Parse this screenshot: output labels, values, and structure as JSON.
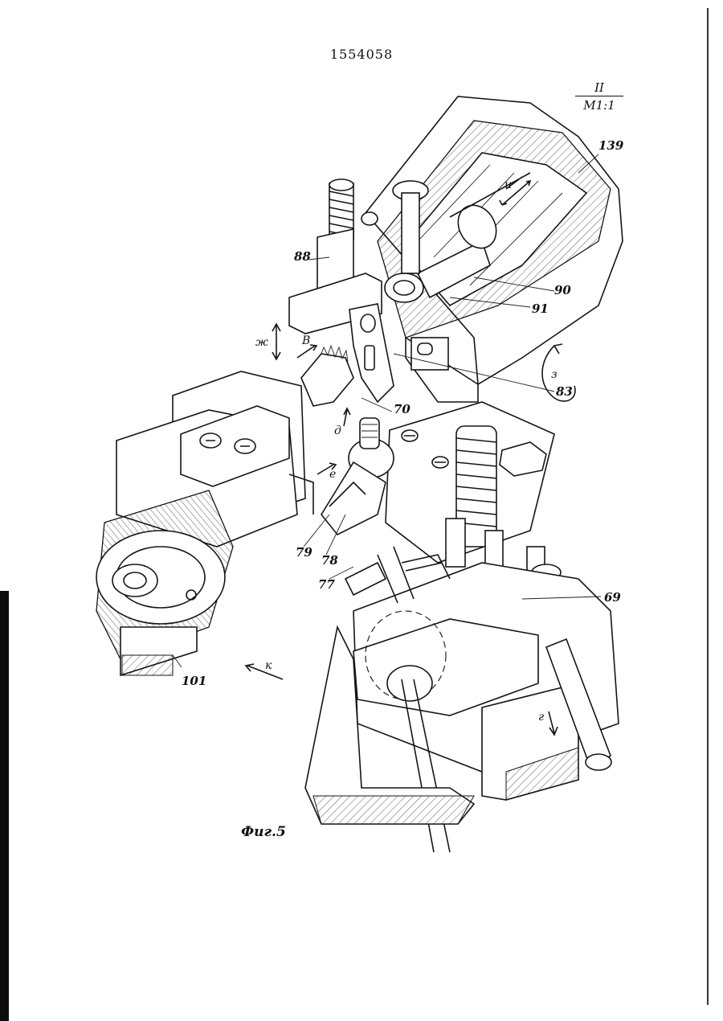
{
  "header": {
    "page_number": "1554058"
  },
  "view": {
    "number": "II",
    "scale": "M1:1"
  },
  "callouts": {
    "c139": "139",
    "c88": "88",
    "c90": "90",
    "c91": "91",
    "c83": "83",
    "c70": "70",
    "c69": "69",
    "c79": "79",
    "c78": "78",
    "c77": "77",
    "c101": "101"
  },
  "motion_labels": {
    "i": "и",
    "zh": "ж",
    "v": "В",
    "z": "з",
    "d": "д",
    "e": "е",
    "k": "к",
    "g": "г"
  },
  "caption": "Фиг.5"
}
